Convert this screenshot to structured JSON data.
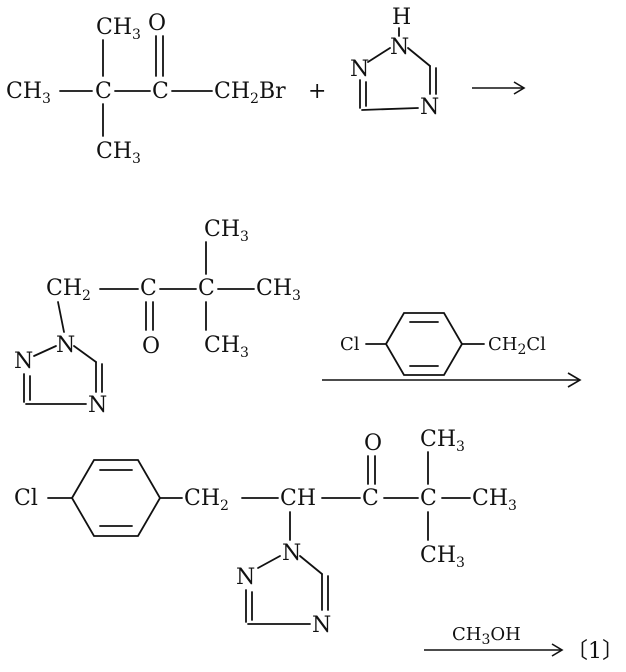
{
  "reaction": {
    "step1": {
      "ch3_top": "CH",
      "ch3_top_sub": "3",
      "oxygen": "O",
      "ch3_left": "CH",
      "ch3_left_sub": "3",
      "quat_c": "C",
      "carbonyl_c": "C",
      "ch2br": "CH",
      "ch2br_sub": "2",
      "br": "Br",
      "plus": "+",
      "ch3_bottom": "CH",
      "ch3_bottom_sub": "3",
      "triazole_h": "H",
      "triazole_n1": "N",
      "triazole_n2": "N",
      "triazole_n4": "N"
    },
    "step2": {
      "ch2": "CH",
      "ch2_sub": "2",
      "carbonyl_c": "C",
      "oxygen": "O",
      "quat_c": "C",
      "ch3_top": "CH",
      "ch3_top_sub": "3",
      "ch3_right": "CH",
      "ch3_right_sub": "3",
      "ch3_bottom": "CH",
      "ch3_bottom_sub": "3",
      "triazole_n1": "N",
      "triazole_n2": "N",
      "triazole_n4": "N",
      "reagent_cl": "Cl",
      "reagent_ch2cl": "CH",
      "reagent_ch2cl_sub": "2",
      "reagent_ch2cl_tail": "Cl"
    },
    "step3": {
      "cl": "Cl",
      "ch2": "CH",
      "ch2_sub": "2",
      "ch": "CH",
      "carbonyl_c": "C",
      "oxygen": "O",
      "quat_c": "C",
      "ch3_top": "CH",
      "ch3_top_sub": "3",
      "ch3_right": "CH",
      "ch3_right_sub": "3",
      "ch3_bottom": "CH",
      "ch3_bottom_sub": "3",
      "triazole_n1": "N",
      "triazole_n2": "N",
      "triazole_n4": "N"
    },
    "final": {
      "reagent": "CH",
      "reagent_sub": "3",
      "reagent_tail": "OH",
      "product": "〔1〕"
    }
  }
}
